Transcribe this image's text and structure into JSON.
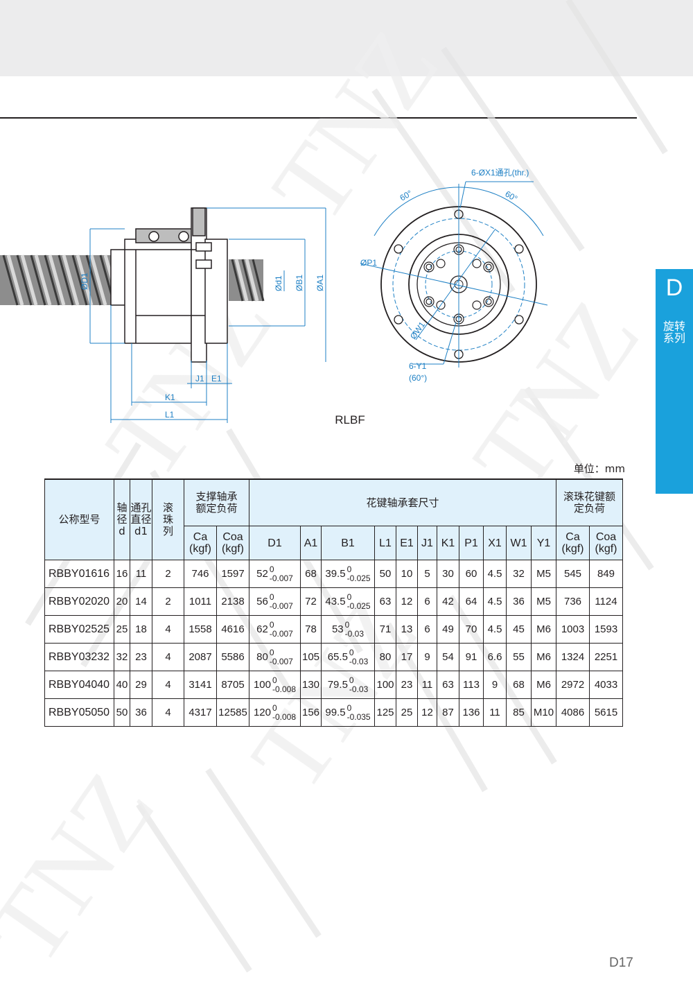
{
  "page": {
    "side_tab_letter": "D",
    "side_tab_label": "旋转系列",
    "model_name": "RLBF",
    "unit_label": "单位：mm",
    "page_number": "D17",
    "watermark_text": "TNZ"
  },
  "drawing": {
    "labels": {
      "phi_d1_upper": "ØD1",
      "phi_d1_lower": "Ød1",
      "phi_b1": "ØB1",
      "phi_a1": "ØA1",
      "j1": "J1",
      "e1": "E1",
      "k1": "K1",
      "l1": "L1",
      "holes": "6-ØX1通孔(thr.)",
      "angle_left": "60°",
      "angle_right": "60°",
      "phi_p1": "ØP1",
      "phi_w1": "ØW1",
      "threads": "6-Y1",
      "threads_angle": "(60°)"
    }
  },
  "table": {
    "header": {
      "model": "公称型号",
      "shaft_dia": "轴径d",
      "through_hole": "通孔直径d1",
      "ball_rows": "滚珠列",
      "support_load": "支撑轴承额定负荷",
      "spline_dims": "花键轴承套尺寸",
      "spline_load": "滚珠花键额定负荷",
      "ca": "Ca (kgf)",
      "coa": "Coa (kgf)",
      "d1": "D1",
      "a1": "A1",
      "b1": "B1",
      "l1": "L1",
      "e1": "E1",
      "j1": "J1",
      "k1": "K1",
      "p1": "P1",
      "x1": "X1",
      "w1": "W1",
      "y1": "Y1",
      "ca2": "Ca (kgf)",
      "coa2": "Coa (kgf)"
    },
    "rows": [
      {
        "model": "RBBY01616",
        "d": "16",
        "d1": "11",
        "rows": "2",
        "ca": "746",
        "coa": "1597",
        "D1": "52",
        "D1_up": "0",
        "D1_low": "-0.007",
        "A1": "68",
        "B1": "39.5",
        "B1_up": "0",
        "B1_low": "-0.025",
        "L1": "50",
        "E1": "10",
        "J1": "5",
        "K1": "30",
        "P1": "60",
        "X1": "4.5",
        "W1": "32",
        "Y1": "M5",
        "Ca2": "545",
        "Coa2": "849"
      },
      {
        "model": "RBBY02020",
        "d": "20",
        "d1": "14",
        "rows": "2",
        "ca": "1011",
        "coa": "2138",
        "D1": "56",
        "D1_up": "0",
        "D1_low": "-0.007",
        "A1": "72",
        "B1": "43.5",
        "B1_up": "0",
        "B1_low": "-0.025",
        "L1": "63",
        "E1": "12",
        "J1": "6",
        "K1": "42",
        "P1": "64",
        "X1": "4.5",
        "W1": "36",
        "Y1": "M5",
        "Ca2": "736",
        "Coa2": "1124"
      },
      {
        "model": "RBBY02525",
        "d": "25",
        "d1": "18",
        "rows": "4",
        "ca": "1558",
        "coa": "4616",
        "D1": "62",
        "D1_up": "0",
        "D1_low": "-0.007",
        "A1": "78",
        "B1": "53",
        "B1_up": "0",
        "B1_low": "-0.03",
        "L1": "71",
        "E1": "13",
        "J1": "6",
        "K1": "49",
        "P1": "70",
        "X1": "4.5",
        "W1": "45",
        "Y1": "M6",
        "Ca2": "1003",
        "Coa2": "1593"
      },
      {
        "model": "RBBY03232",
        "d": "32",
        "d1": "23",
        "rows": "4",
        "ca": "2087",
        "coa": "5586",
        "D1": "80",
        "D1_up": "0",
        "D1_low": "-0.007",
        "A1": "105",
        "B1": "65.5",
        "B1_up": "0",
        "B1_low": "-0.03",
        "L1": "80",
        "E1": "17",
        "J1": "9",
        "K1": "54",
        "P1": "91",
        "X1": "6.6",
        "W1": "55",
        "Y1": "M6",
        "Ca2": "1324",
        "Coa2": "2251"
      },
      {
        "model": "RBBY04040",
        "d": "40",
        "d1": "29",
        "rows": "4",
        "ca": "3141",
        "coa": "8705",
        "D1": "100",
        "D1_up": "0",
        "D1_low": "-0.008",
        "A1": "130",
        "B1": "79.5",
        "B1_up": "0",
        "B1_low": "-0.03",
        "L1": "100",
        "E1": "23",
        "J1": "11",
        "K1": "63",
        "P1": "113",
        "X1": "9",
        "W1": "68",
        "Y1": "M6",
        "Ca2": "2972",
        "Coa2": "4033"
      },
      {
        "model": "RBBY05050",
        "d": "50",
        "d1": "36",
        "rows": "4",
        "ca": "4317",
        "coa": "12585",
        "D1": "120",
        "D1_up": "0",
        "D1_low": "-0.008",
        "A1": "156",
        "B1": "99.5",
        "B1_up": "0",
        "B1_low": "-0.035",
        "L1": "125",
        "E1": "25",
        "J1": "12",
        "K1": "87",
        "P1": "136",
        "X1": "11",
        "W1": "85",
        "Y1": "M10",
        "Ca2": "4086",
        "Coa2": "5615"
      }
    ]
  }
}
